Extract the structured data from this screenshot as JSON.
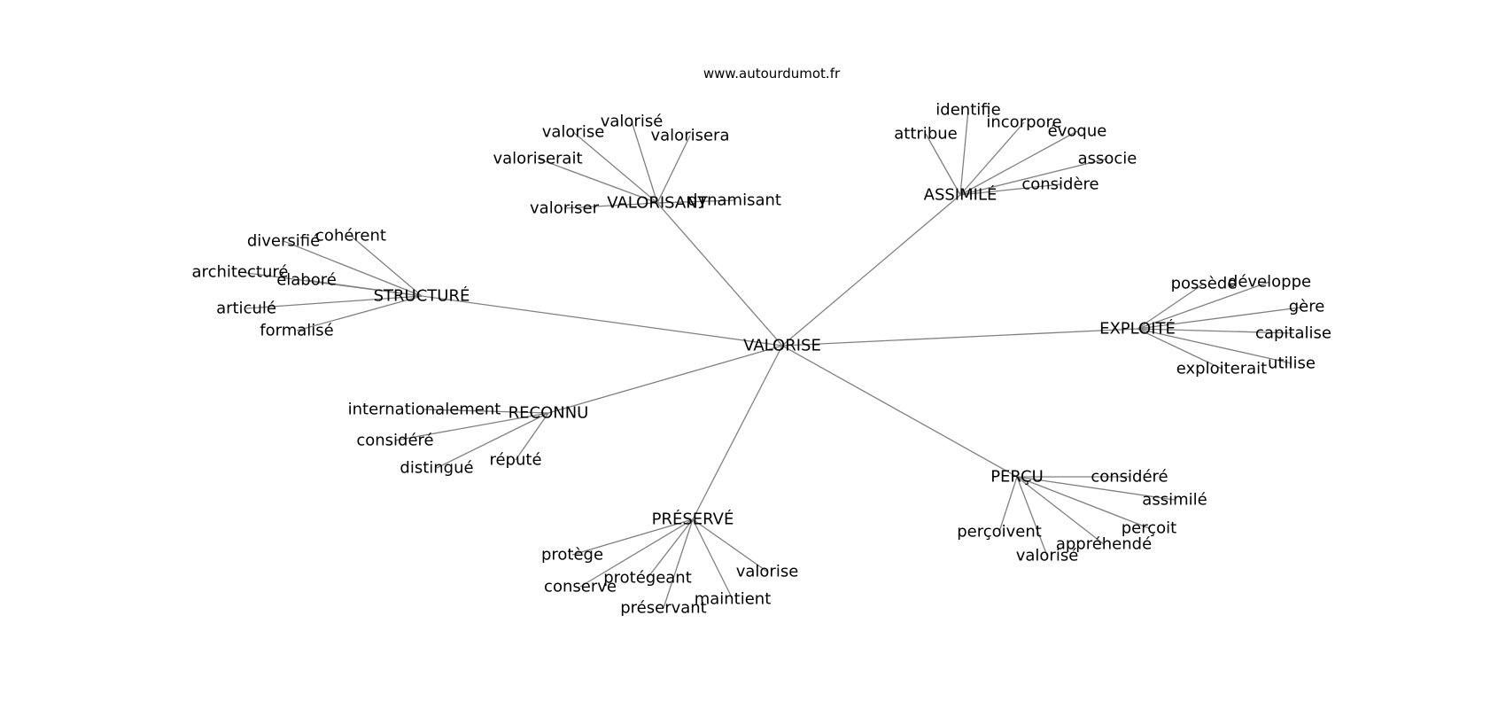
{
  "header": {
    "site": "www.autourdumot.fr"
  },
  "colors": {
    "edge": "#808080",
    "text": "#000000",
    "background": "#ffffff"
  },
  "graph": {
    "root": "VALORISE",
    "clusters": [
      {
        "hub": "VALORISANT",
        "leaves": [
          "valorisé",
          "valorise",
          "valorisera",
          "valoriserait",
          "valoriser",
          "dynamisant"
        ]
      },
      {
        "hub": "ASSIMILÉ",
        "leaves": [
          "identifie",
          "incorpore",
          "attribue",
          "évoque",
          "associe",
          "considère"
        ]
      },
      {
        "hub": "STRUCTURÉ",
        "leaves": [
          "cohérent",
          "diversifié",
          "architecturé",
          "élaboré",
          "articulé",
          "formalisé"
        ]
      },
      {
        "hub": "EXPLOITÉ",
        "leaves": [
          "possède",
          "développe",
          "gère",
          "capitalise",
          "utilise",
          "exploiterait"
        ]
      },
      {
        "hub": "RECONNU",
        "leaves": [
          "internationalement",
          "considéré",
          "distingué",
          "réputé"
        ]
      },
      {
        "hub": "PERÇU",
        "leaves": [
          "considéré",
          "assimilé",
          "perçoit",
          "perçoivent",
          "appréhendé",
          "valorisé"
        ]
      },
      {
        "hub": "PRÉSERVÉ",
        "leaves": [
          "protège",
          "conserve",
          "protégeant",
          "préservant",
          "maintient",
          "valorise"
        ]
      }
    ]
  }
}
